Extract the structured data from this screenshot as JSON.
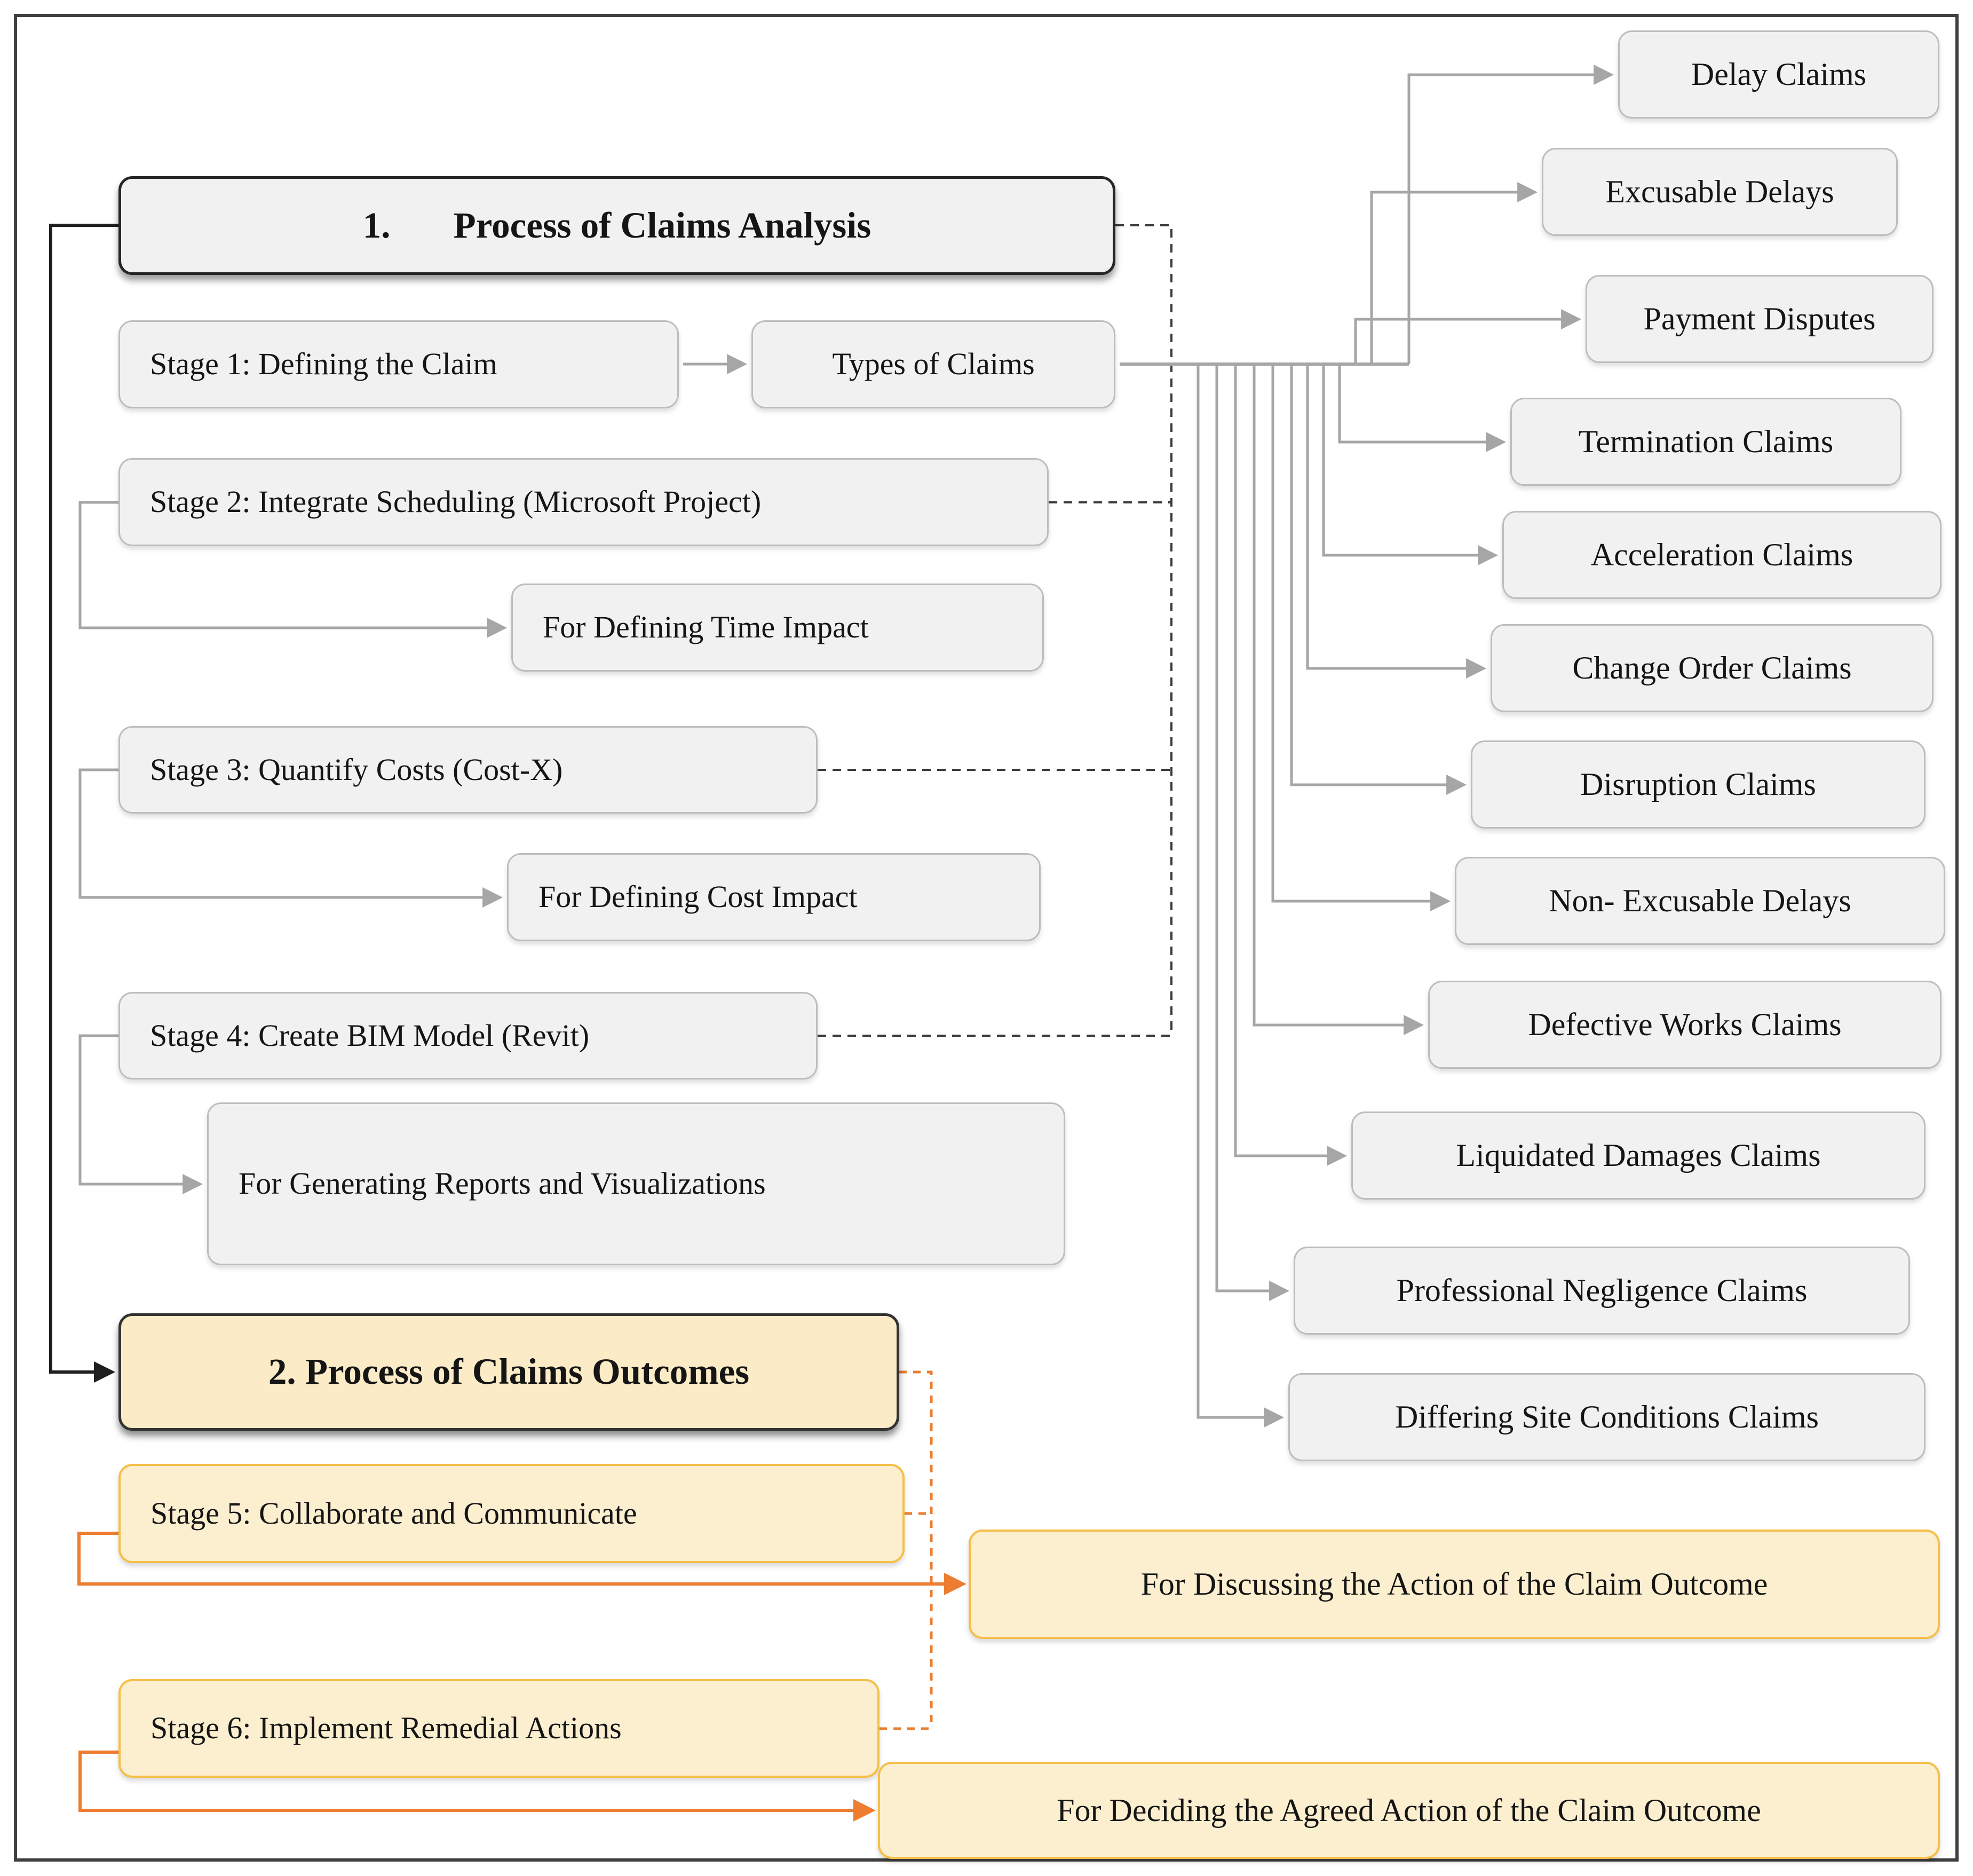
{
  "figure": {
    "section1": {
      "number": "1.",
      "title": "Process of Claims Analysis",
      "stage1": "Stage 1: Defining the Claim",
      "types_of_claims": "Types of Claims",
      "stage2": "Stage 2: Integrate Scheduling (Microsoft Project)",
      "time_impact": "For Defining Time Impact",
      "stage3": "Stage 3: Quantify Costs (Cost-X)",
      "cost_impact": "For Defining Cost Impact",
      "stage4": "Stage 4: Create BIM Model (Revit)",
      "reports": "For Generating Reports and Visualizations"
    },
    "claims": [
      "Delay Claims",
      "Excusable Delays",
      "Payment Disputes",
      "Termination Claims",
      "Acceleration Claims",
      "Change Order Claims",
      "Disruption Claims",
      "Non- Excusable Delays",
      "Defective Works Claims",
      "Liquidated Damages Claims",
      "Professional Negligence Claims",
      "Differing Site Conditions Claims"
    ],
    "section2": {
      "title": "2. Process of Claims Outcomes",
      "stage5": "Stage 5: Collaborate and Communicate",
      "stage6": "Stage 6: Implement Remedial Actions",
      "discuss": "For Discussing the Action of the Claim Outcome",
      "decide": "For Deciding the Agreed Action of the Claim Outcome"
    },
    "colors": {
      "box_gray_fill": "#f1f1f1",
      "box_gray_border": "#bdbdbd",
      "cream_fill": "#fcefd0",
      "cream_header_fill": "#fbecc7",
      "gold_border": "#f6bf4a",
      "orange_line": "#ed7d31",
      "gray_line": "#a6a6a6",
      "black_line": "#1f1f1f"
    }
  }
}
